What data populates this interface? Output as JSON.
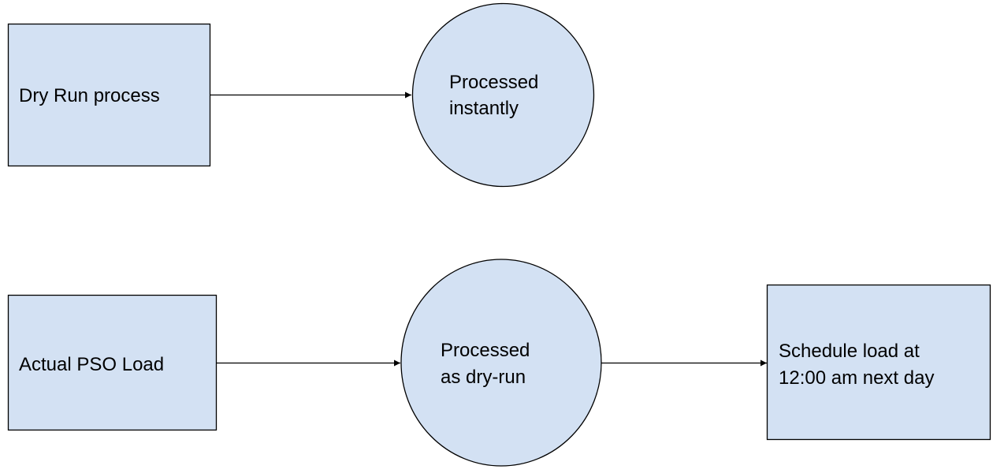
{
  "diagram": {
    "colors": {
      "node_fill": "#d3e1f3",
      "stroke": "#000000"
    },
    "row1": {
      "dry_run_box": [
        "Dry Run process"
      ],
      "processed_circle": [
        "Processed",
        "instantly"
      ]
    },
    "row2": {
      "actual_load_box": [
        "Actual PSO Load"
      ],
      "processed_circle": [
        "Processed",
        "as dry-run"
      ],
      "schedule_box": [
        "Schedule load at",
        "12:00 am next day"
      ]
    }
  }
}
